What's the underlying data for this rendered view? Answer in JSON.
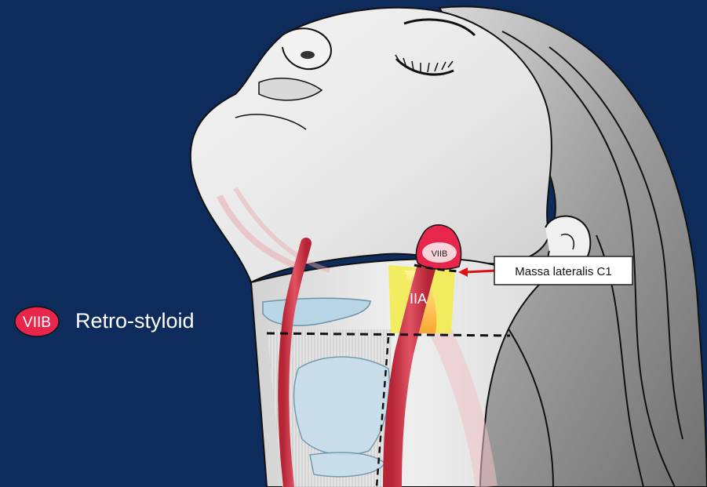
{
  "legend": {
    "badge": "VIIB",
    "label": "Retro-styloid",
    "badge_color": "#e8264c",
    "text_color": "#ffffff"
  },
  "zones": {
    "viib": "VIIB",
    "iia": "IIA"
  },
  "callout": {
    "label": "Massa lateralis C1",
    "arrow_color": "#e01010"
  },
  "colors": {
    "background": "#0d2b5b",
    "skin": "#ececec",
    "hair": "#9a9a9a",
    "artery": "#d73a4a",
    "cartilage": "#b9d6e6",
    "highlight": "#f2ec47"
  }
}
